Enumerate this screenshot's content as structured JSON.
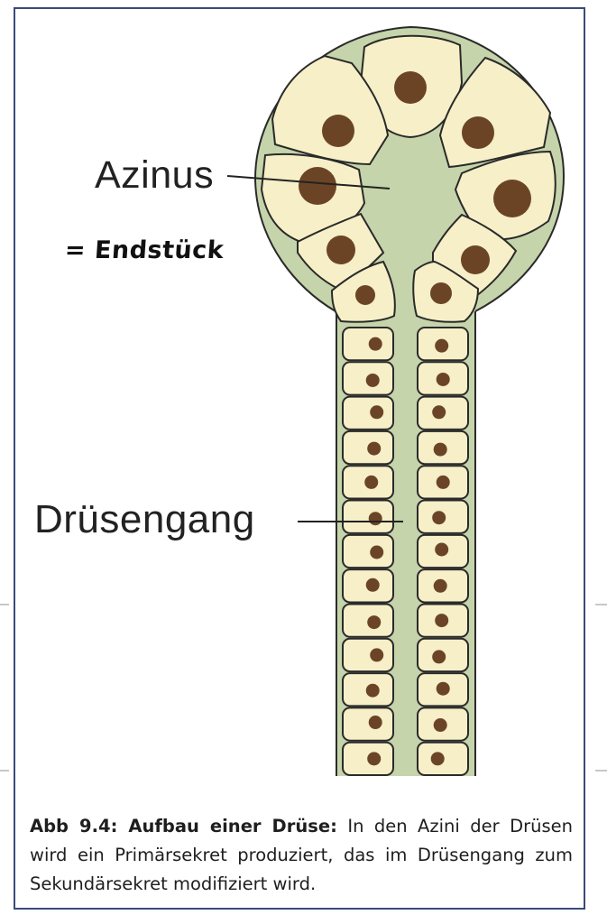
{
  "labels": {
    "azinus": "Azinus",
    "annotation": "= Endstück",
    "druesengang": "Drüsengang"
  },
  "caption": {
    "title": "Abb 9.4: Aufbau einer Drüse:",
    "text": " In den Azini der Drüsen wird ein Primärsekret produziert, das im Drüsengang zum Sekundärsekret modifiziert wird."
  },
  "colors": {
    "frame": "#3b4a7a",
    "lumen": "#c5d4aa",
    "cell_fill": "#f6efc8",
    "cell_stroke": "#2a2a2a",
    "nucleus": "#6b4426"
  }
}
